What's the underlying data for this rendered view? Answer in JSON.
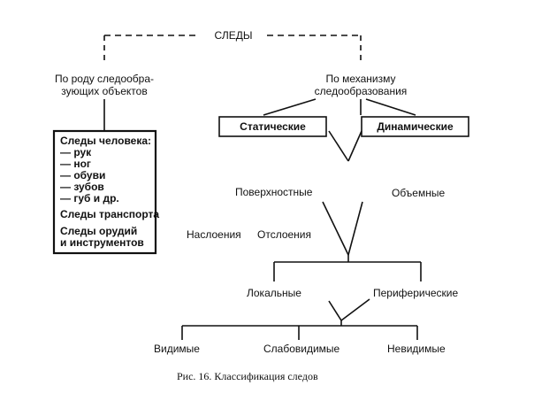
{
  "root": "СЛЕДЫ",
  "branch_left": {
    "title_line1": "По роду следообра-",
    "title_line2": "зующих объектов",
    "box": {
      "human": "Следы человека:",
      "items": [
        "— рук",
        "— ног",
        "— обуви",
        "— зубов",
        "— губ и др."
      ],
      "transport": "Следы транспорта",
      "tools_line1": "Следы орудий",
      "tools_line2": "и инструментов"
    }
  },
  "branch_right": {
    "title_line1": "По механизму",
    "title_line2": "следообразования",
    "static": "Статические",
    "dynamic": "Динамические"
  },
  "surface": "Поверхностные",
  "volume": "Объемные",
  "layering": "Наслоения",
  "peeling": "Отслоения",
  "local": "Локальные",
  "peripheral": "Периферические",
  "visible": "Видимые",
  "faint": "Слабовидимые",
  "invisible": "Невидимые",
  "caption": "Рис.  16.  Классификация  следов"
}
